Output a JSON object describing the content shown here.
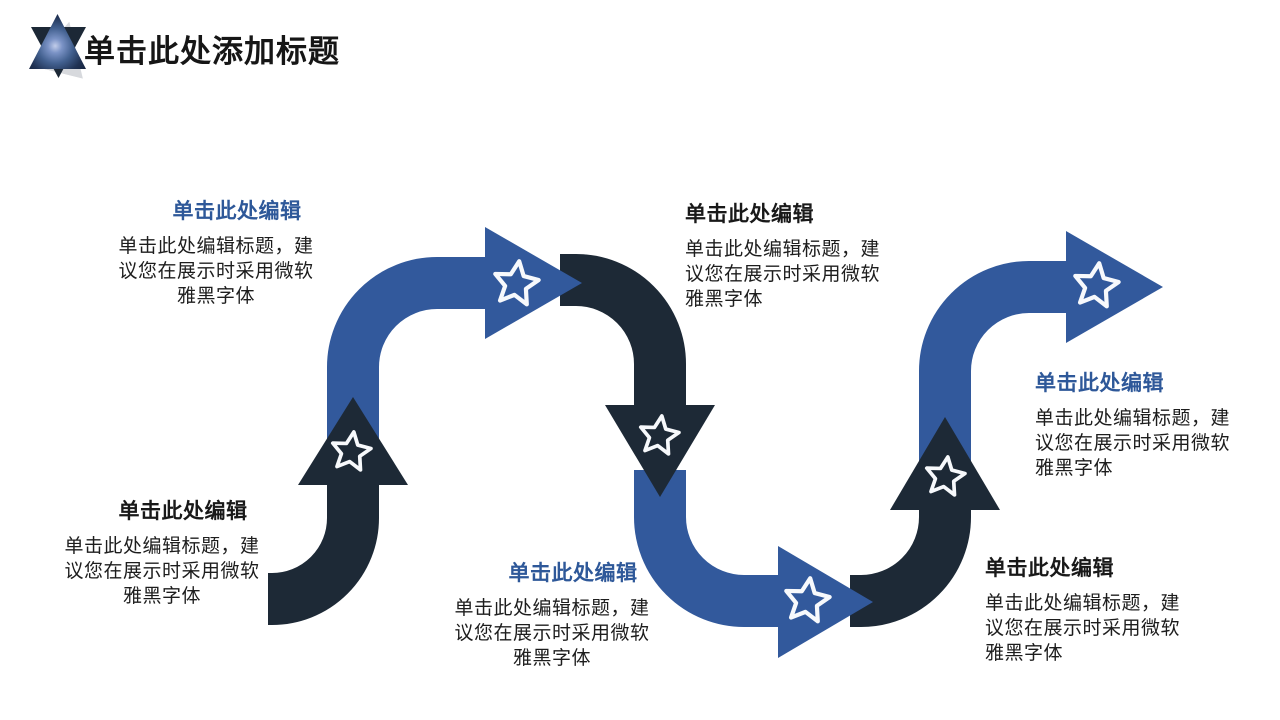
{
  "title": {
    "text": "单击此处添加标题"
  },
  "icons": {
    "logo": "six-pointed-star-logo",
    "step_marker": "star-outline-icon"
  },
  "colors": {
    "background": "#ffffff",
    "arrow_blue": "#32599c",
    "arrow_dark": "#1d2936",
    "header_blue": "#2e5899",
    "header_dark": "#191919",
    "body_text": "#1d1d1d",
    "star_outline": "#f7f9fc"
  },
  "steps": [
    {
      "header": "单击此处编辑",
      "body": "单击此处编辑标题，建议您在展示时采用微软雅黑字体",
      "accent": "dark",
      "arrow": "up"
    },
    {
      "header": "单击此处编辑",
      "body": "单击此处编辑标题，建议您在展示时采用微软雅黑字体",
      "accent": "blue",
      "arrow": "right"
    },
    {
      "header": "单击此处编辑",
      "body": "单击此处编辑标题，建议您在展示时采用微软雅黑字体",
      "accent": "dark",
      "arrow": "down"
    },
    {
      "header": "单击此处编辑",
      "body": "单击此处编辑标题，建议您在展示时采用微软雅黑字体",
      "accent": "blue",
      "arrow": "right"
    },
    {
      "header": "单击此处编辑",
      "body": "单击此处编辑标题，建议您在展示时采用微软雅黑字体",
      "accent": "dark",
      "arrow": "up"
    },
    {
      "header": "单击此处编辑",
      "body": "单击此处编辑标题，建议您在展示时采用微软雅黑字体",
      "accent": "blue",
      "arrow": "right"
    }
  ]
}
